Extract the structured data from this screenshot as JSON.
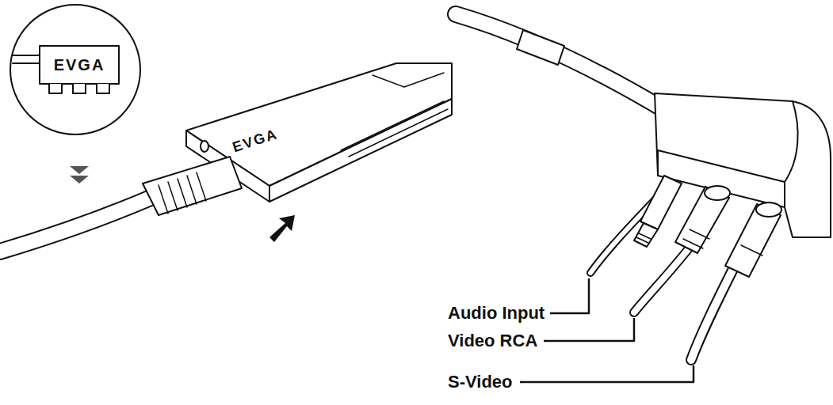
{
  "diagram": {
    "labels": [
      "Audio Input",
      "Video RCA",
      "S-Video",
      "EVGA",
      "EVGA"
    ]
  }
}
